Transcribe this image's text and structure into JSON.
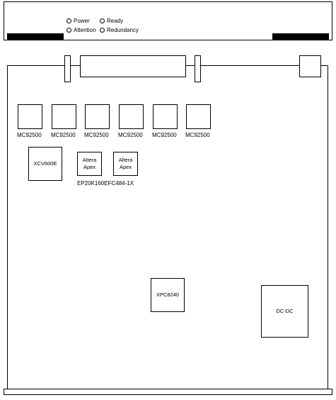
{
  "faceplate": {
    "leds": [
      {
        "label": "Power"
      },
      {
        "label": "Ready"
      },
      {
        "label": "Attention"
      },
      {
        "label": "Redundancy"
      }
    ]
  },
  "chips": {
    "dsp": [
      "MC92500",
      "MC92500",
      "MC92500",
      "MC92500",
      "MC92500",
      "MC92500"
    ],
    "fpga": "XCV600E",
    "apex": [
      {
        "line1": "Altera",
        "line2": "Apex"
      },
      {
        "line1": "Altera",
        "line2": "Apex"
      }
    ],
    "apex_part": "EP20K160EFC484-1X",
    "processor": "XPC8240",
    "power": "DC-DC"
  }
}
